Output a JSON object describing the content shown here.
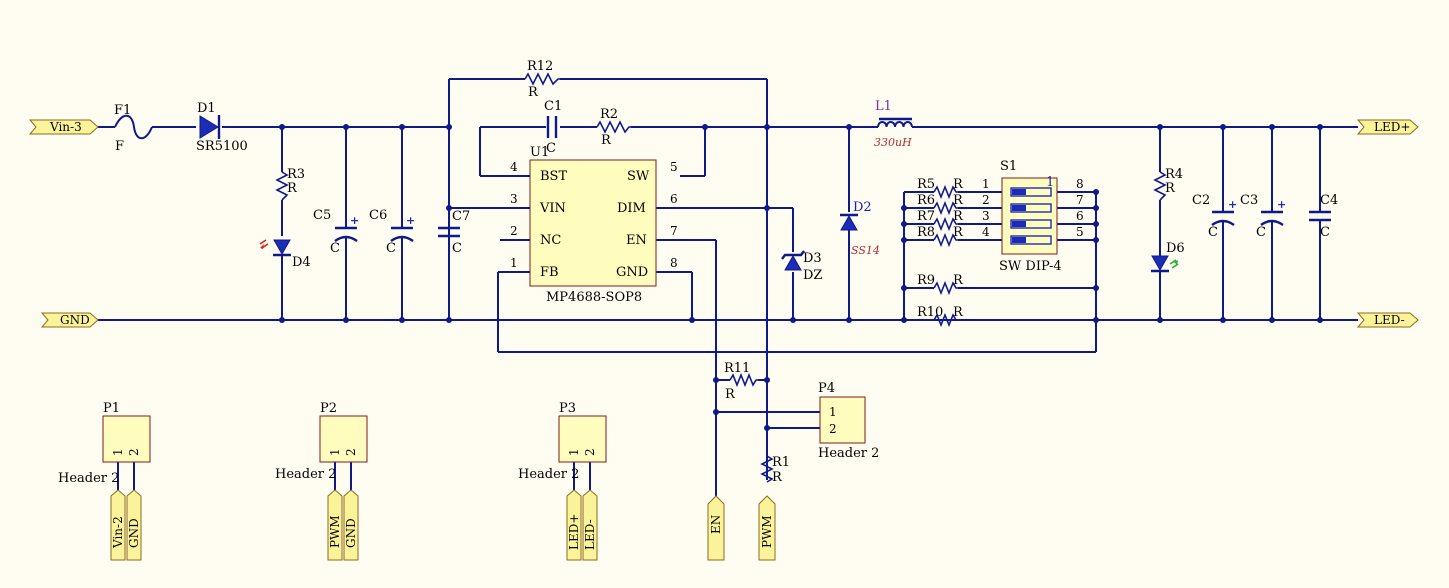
{
  "ports": {
    "vin3": "Vin-3",
    "gnd": "GND",
    "led_plus": "LED+",
    "led_minus": "LED-",
    "p1_a": "Vin-2",
    "p1_b": "GND",
    "p2_a": "PWM",
    "p2_b": "GND",
    "p3_a": "LED+",
    "p3_b": "LED-",
    "en": "EN",
    "pwm": "PWM"
  },
  "fuse": {
    "ref": "F1",
    "value": "F"
  },
  "d1": {
    "ref": "D1",
    "value": "SR5100"
  },
  "r3": {
    "ref": "R3",
    "value": "R"
  },
  "d4": {
    "ref": "D4"
  },
  "c5": {
    "ref": "C5",
    "value": "C"
  },
  "c6": {
    "ref": "C6",
    "value": "C"
  },
  "c7": {
    "ref": "C7",
    "value": "C"
  },
  "r12": {
    "ref": "R12",
    "value": "R"
  },
  "c1": {
    "ref": "C1",
    "value": "C"
  },
  "r2": {
    "ref": "R2",
    "value": "R"
  },
  "u1": {
    "ref": "U1",
    "part": "MP4688-SOP8",
    "pins": {
      "p1": {
        "num": "1",
        "name": "FB"
      },
      "p2": {
        "num": "2",
        "name": "NC"
      },
      "p3": {
        "num": "3",
        "name": "VIN"
      },
      "p4": {
        "num": "4",
        "name": "BST"
      },
      "p5": {
        "num": "5",
        "name": "SW"
      },
      "p6": {
        "num": "6",
        "name": "DIM"
      },
      "p7": {
        "num": "7",
        "name": "EN"
      },
      "p8": {
        "num": "8",
        "name": "GND"
      }
    }
  },
  "l1": {
    "ref": "L1",
    "value": "330uH"
  },
  "d2": {
    "ref": "D2",
    "value": "SS14"
  },
  "d3": {
    "ref": "D3",
    "value": "DZ"
  },
  "s1": {
    "ref": "S1",
    "value": "SW DIP-4",
    "marker": "1",
    "left_pins": [
      "1",
      "2",
      "3",
      "4"
    ],
    "right_pins": [
      "8",
      "7",
      "6",
      "5"
    ]
  },
  "r5": {
    "ref": "R5",
    "value": "R"
  },
  "r6": {
    "ref": "R6",
    "value": "R"
  },
  "r7": {
    "ref": "R7",
    "value": "R"
  },
  "r8": {
    "ref": "R8",
    "value": "R"
  },
  "r9": {
    "ref": "R9",
    "value": "R"
  },
  "r10": {
    "ref": "R10",
    "value": "R"
  },
  "r4": {
    "ref": "R4",
    "value": "R"
  },
  "d6": {
    "ref": "D6"
  },
  "c2": {
    "ref": "C2",
    "value": "C"
  },
  "c3": {
    "ref": "C3",
    "value": "C"
  },
  "c4": {
    "ref": "C4",
    "value": "C"
  },
  "r11": {
    "ref": "R11",
    "value": "R"
  },
  "r1": {
    "ref": "R1",
    "value": "R"
  },
  "p1": {
    "ref": "P1",
    "value": "Header 2",
    "pin1": "1",
    "pin2": "2"
  },
  "p2": {
    "ref": "P2",
    "value": "Header 2",
    "pin1": "1",
    "pin2": "2"
  },
  "p3": {
    "ref": "P3",
    "value": "Header 2",
    "pin1": "1",
    "pin2": "2"
  },
  "p4": {
    "ref": "P4",
    "value": "Header 2",
    "pin1": "1",
    "pin2": "2"
  },
  "colors": {
    "background": "#FFFDF2",
    "wire": "#0E1A8C",
    "component_body": "#FFFDBE",
    "port_fill": "#FBF39A",
    "red_led": "#E0201A",
    "green_led": "#1FB02C",
    "italic_value": "#B0322D"
  }
}
